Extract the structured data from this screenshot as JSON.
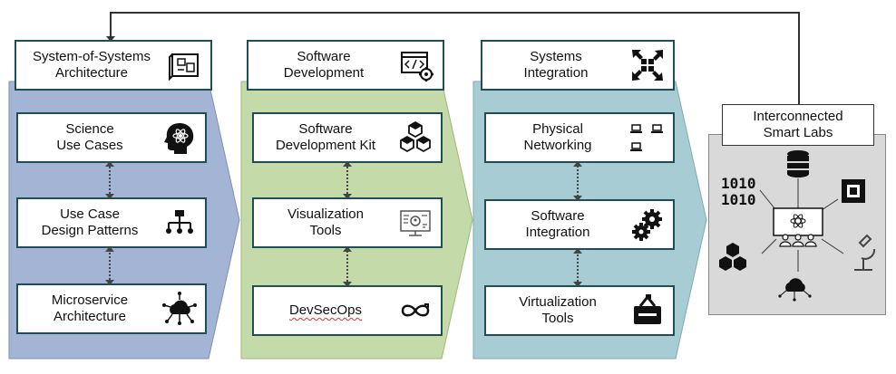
{
  "stages": [
    {
      "header": "System-of-Systems\nArchitecture",
      "header_icon": "blueprint-icon",
      "color": "#a3b4d4",
      "items": [
        {
          "label": "Science\nUse Cases",
          "icon": "brain-atom-icon"
        },
        {
          "label": "Use Case\nDesign Patterns",
          "icon": "hierarchy-icon"
        },
        {
          "label": "Microservice\nArchitecture",
          "icon": "cloud-network-icon"
        }
      ]
    },
    {
      "header": "Software\nDevelopment",
      "header_icon": "code-gear-icon",
      "color": "#c4dba9",
      "items": [
        {
          "label": "Software\nDevelopment Kit",
          "icon": "cubes-icon"
        },
        {
          "label": "Visualization\nTools",
          "icon": "monitor-dashboard-icon"
        },
        {
          "label": "DevSecOps",
          "icon": "infinity-loop-icon"
        }
      ]
    },
    {
      "header": "Systems\nIntegration",
      "header_icon": "puzzle-arrows-icon",
      "color": "#a8ccd4",
      "items": [
        {
          "label": "Physical\nNetworking",
          "icon": "laptops-network-icon"
        },
        {
          "label": "Software\nIntegration",
          "icon": "gears-icon"
        },
        {
          "label": "Virtualization\nTools",
          "icon": "toolbox-icon"
        }
      ]
    }
  ],
  "labs": {
    "title": "Interconnected\nSmart Labs",
    "binary_text": "1010\n1010",
    "icons": [
      "database-icon",
      "binary-icon",
      "chip-icon",
      "atom-screen-icon",
      "cubes-icon",
      "microscope-icon",
      "cloud-network-icon"
    ]
  },
  "colors": {
    "box_border": "#1f4e57",
    "connector": "#444444",
    "labs_panel": "#d9d9d9"
  }
}
